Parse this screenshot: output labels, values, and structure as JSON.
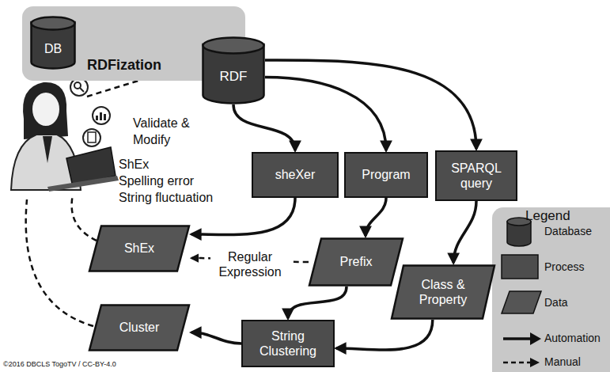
{
  "diagram": {
    "nodes": [
      {
        "text": [
          "RDFization"
        ]
      },
      {
        "text": [
          "DB"
        ],
        "in": 0
      },
      {
        "text": [
          "RDF"
        ]
      },
      {
        "text": [
          "sheXer"
        ]
      },
      {
        "text": [
          "Program"
        ]
      },
      {
        "text": [
          "SPARQL query"
        ]
      },
      {
        "text": [
          "ShEx"
        ]
      },
      {
        "text": [
          "Prefix"
        ]
      },
      {
        "text": [
          "Class & Property"
        ]
      },
      {
        "text": [
          "Cluster"
        ]
      },
      {
        "text": [
          "String Clustering"
        ]
      }
    ],
    "edges": [
      {
        "from": 1,
        "to": 2,
        "arrow": "to"
      },
      {
        "from": 2,
        "to": 3,
        "arrow": "to"
      },
      {
        "from": 2,
        "to": 4,
        "arrow": "to"
      },
      {
        "from": 2,
        "to": 5,
        "arrow": "to"
      },
      {
        "from": 3,
        "to": 6,
        "arrow": "to"
      },
      {
        "from": 4,
        "to": 7,
        "arrow": "to"
      },
      {
        "from": 5,
        "to": 8,
        "arrow": "to"
      },
      {
        "from": 7,
        "to": 6,
        "label": "Regular Expression",
        "arrow": "to"
      },
      {
        "from": 7,
        "to": 10,
        "arrow": "to"
      },
      {
        "from": 8,
        "to": 10,
        "arrow": "to"
      },
      {
        "from": 10,
        "to": 9,
        "arrow": "to"
      }
    ],
    "labels": [
      "Validate & Modify",
      "ShEx",
      "Spelling error",
      "String fluctuation",
      "Legend",
      "©2016 DBCLS TogoTV / CC-BY-4.0"
    ],
    "legend": [
      {
        "text": "Database"
      },
      {
        "text": "Process"
      },
      {
        "text": "Data"
      },
      {
        "text": "Automation"
      },
      {
        "text": "Manual"
      }
    ]
  }
}
